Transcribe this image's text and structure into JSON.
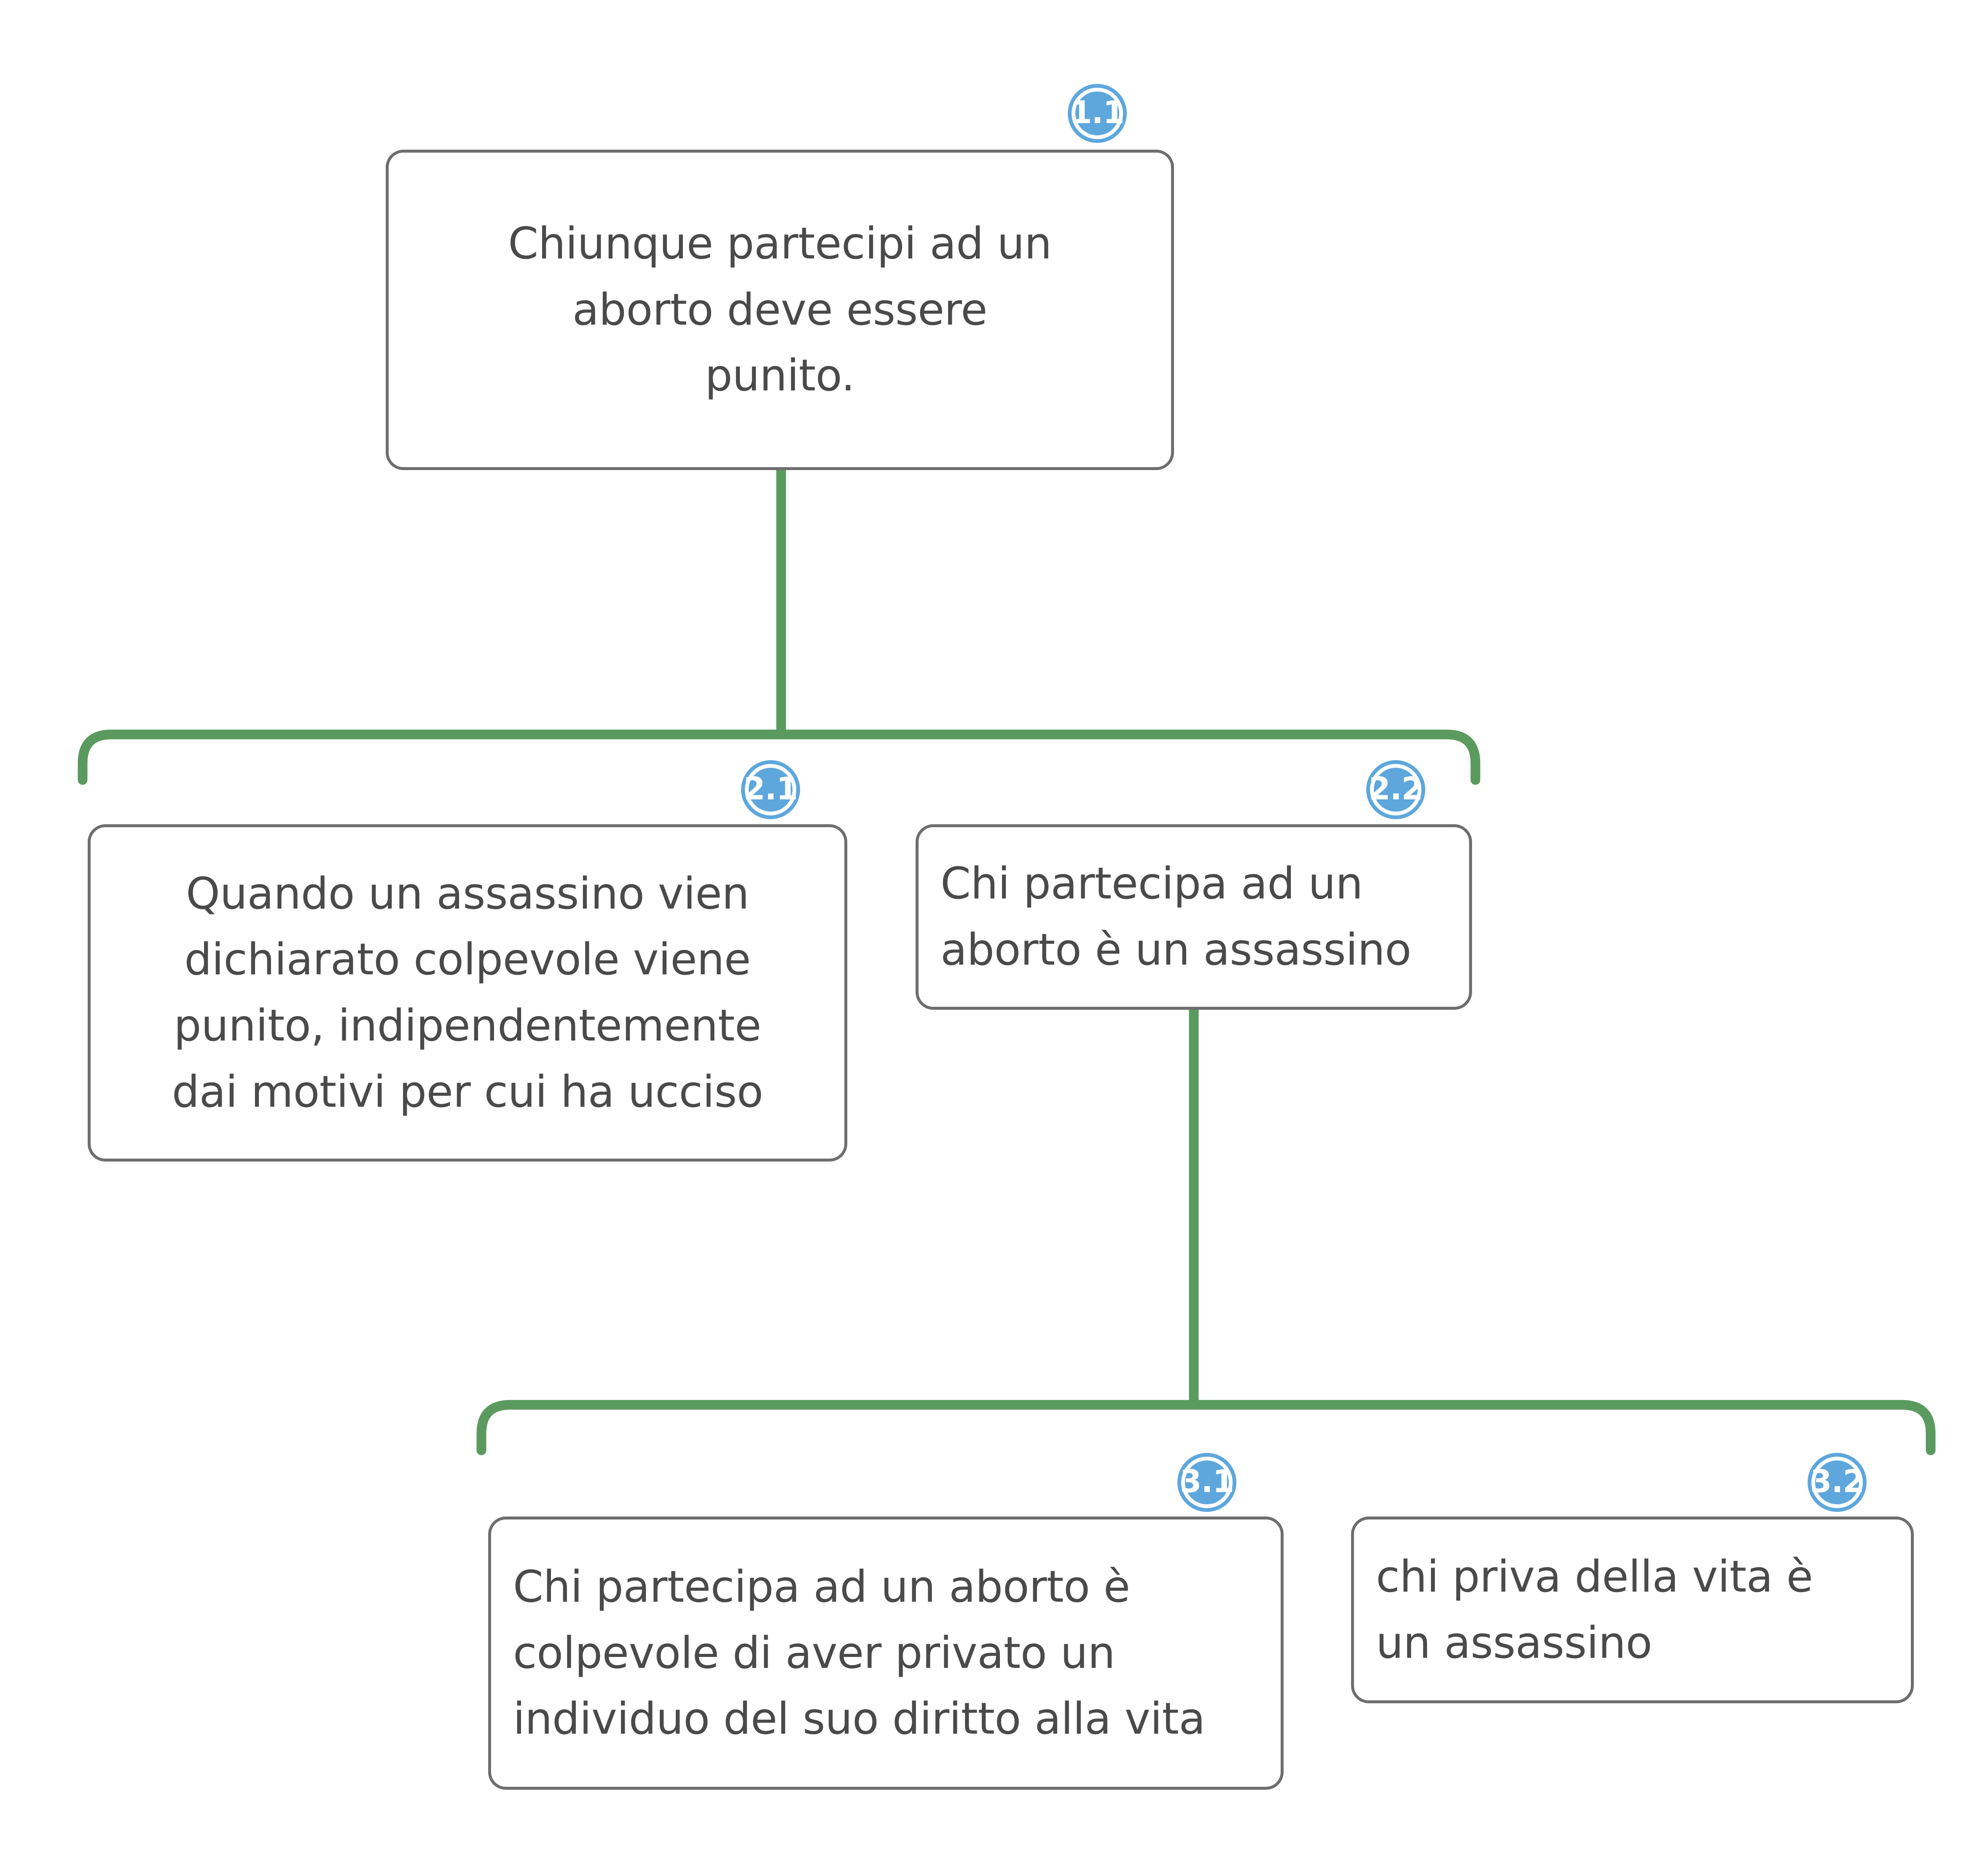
{
  "diagram": {
    "title": "Argument map: Chiunque partecipi ad un aborto deve essere punito",
    "language": "it",
    "background_color": "#ffffff",
    "node_border_color": "#6e6e6e",
    "node_text_color": "#4a4a4a",
    "edge_color": "#5b9a5f",
    "badge_color": "#5da7dd",
    "badge_text_color": "#ffffff"
  },
  "nodes": [
    {
      "id": "1.1",
      "badge": "1.1",
      "level": 1,
      "text": "Chiunque partecipi ad un\naborto deve essere\npunito.",
      "align": "center"
    },
    {
      "id": "2.1",
      "badge": "2.1",
      "level": 2,
      "text": "Quando un assassino vien\ndichiarato colpevole viene\npunito, indipendentemente\ndai motivi per cui ha ucciso",
      "align": "center"
    },
    {
      "id": "2.2",
      "badge": "2.2",
      "level": 2,
      "text": "Chi partecipa ad un\naborto è un assassino",
      "align": "left"
    },
    {
      "id": "3.1",
      "badge": "3.1",
      "level": 3,
      "text": "Chi partecipa ad un aborto è\ncolpevole di aver privato un\nindividuo del suo diritto alla vita",
      "align": "left"
    },
    {
      "id": "3.2",
      "badge": "3.2",
      "level": 3,
      "text": "chi priva della vita è\nun assassino",
      "align": "left"
    }
  ],
  "edges": [
    {
      "from": "1.1",
      "to": "2.1"
    },
    {
      "from": "1.1",
      "to": "2.2"
    },
    {
      "from": "2.2",
      "to": "3.1"
    },
    {
      "from": "2.2",
      "to": "3.2"
    }
  ]
}
